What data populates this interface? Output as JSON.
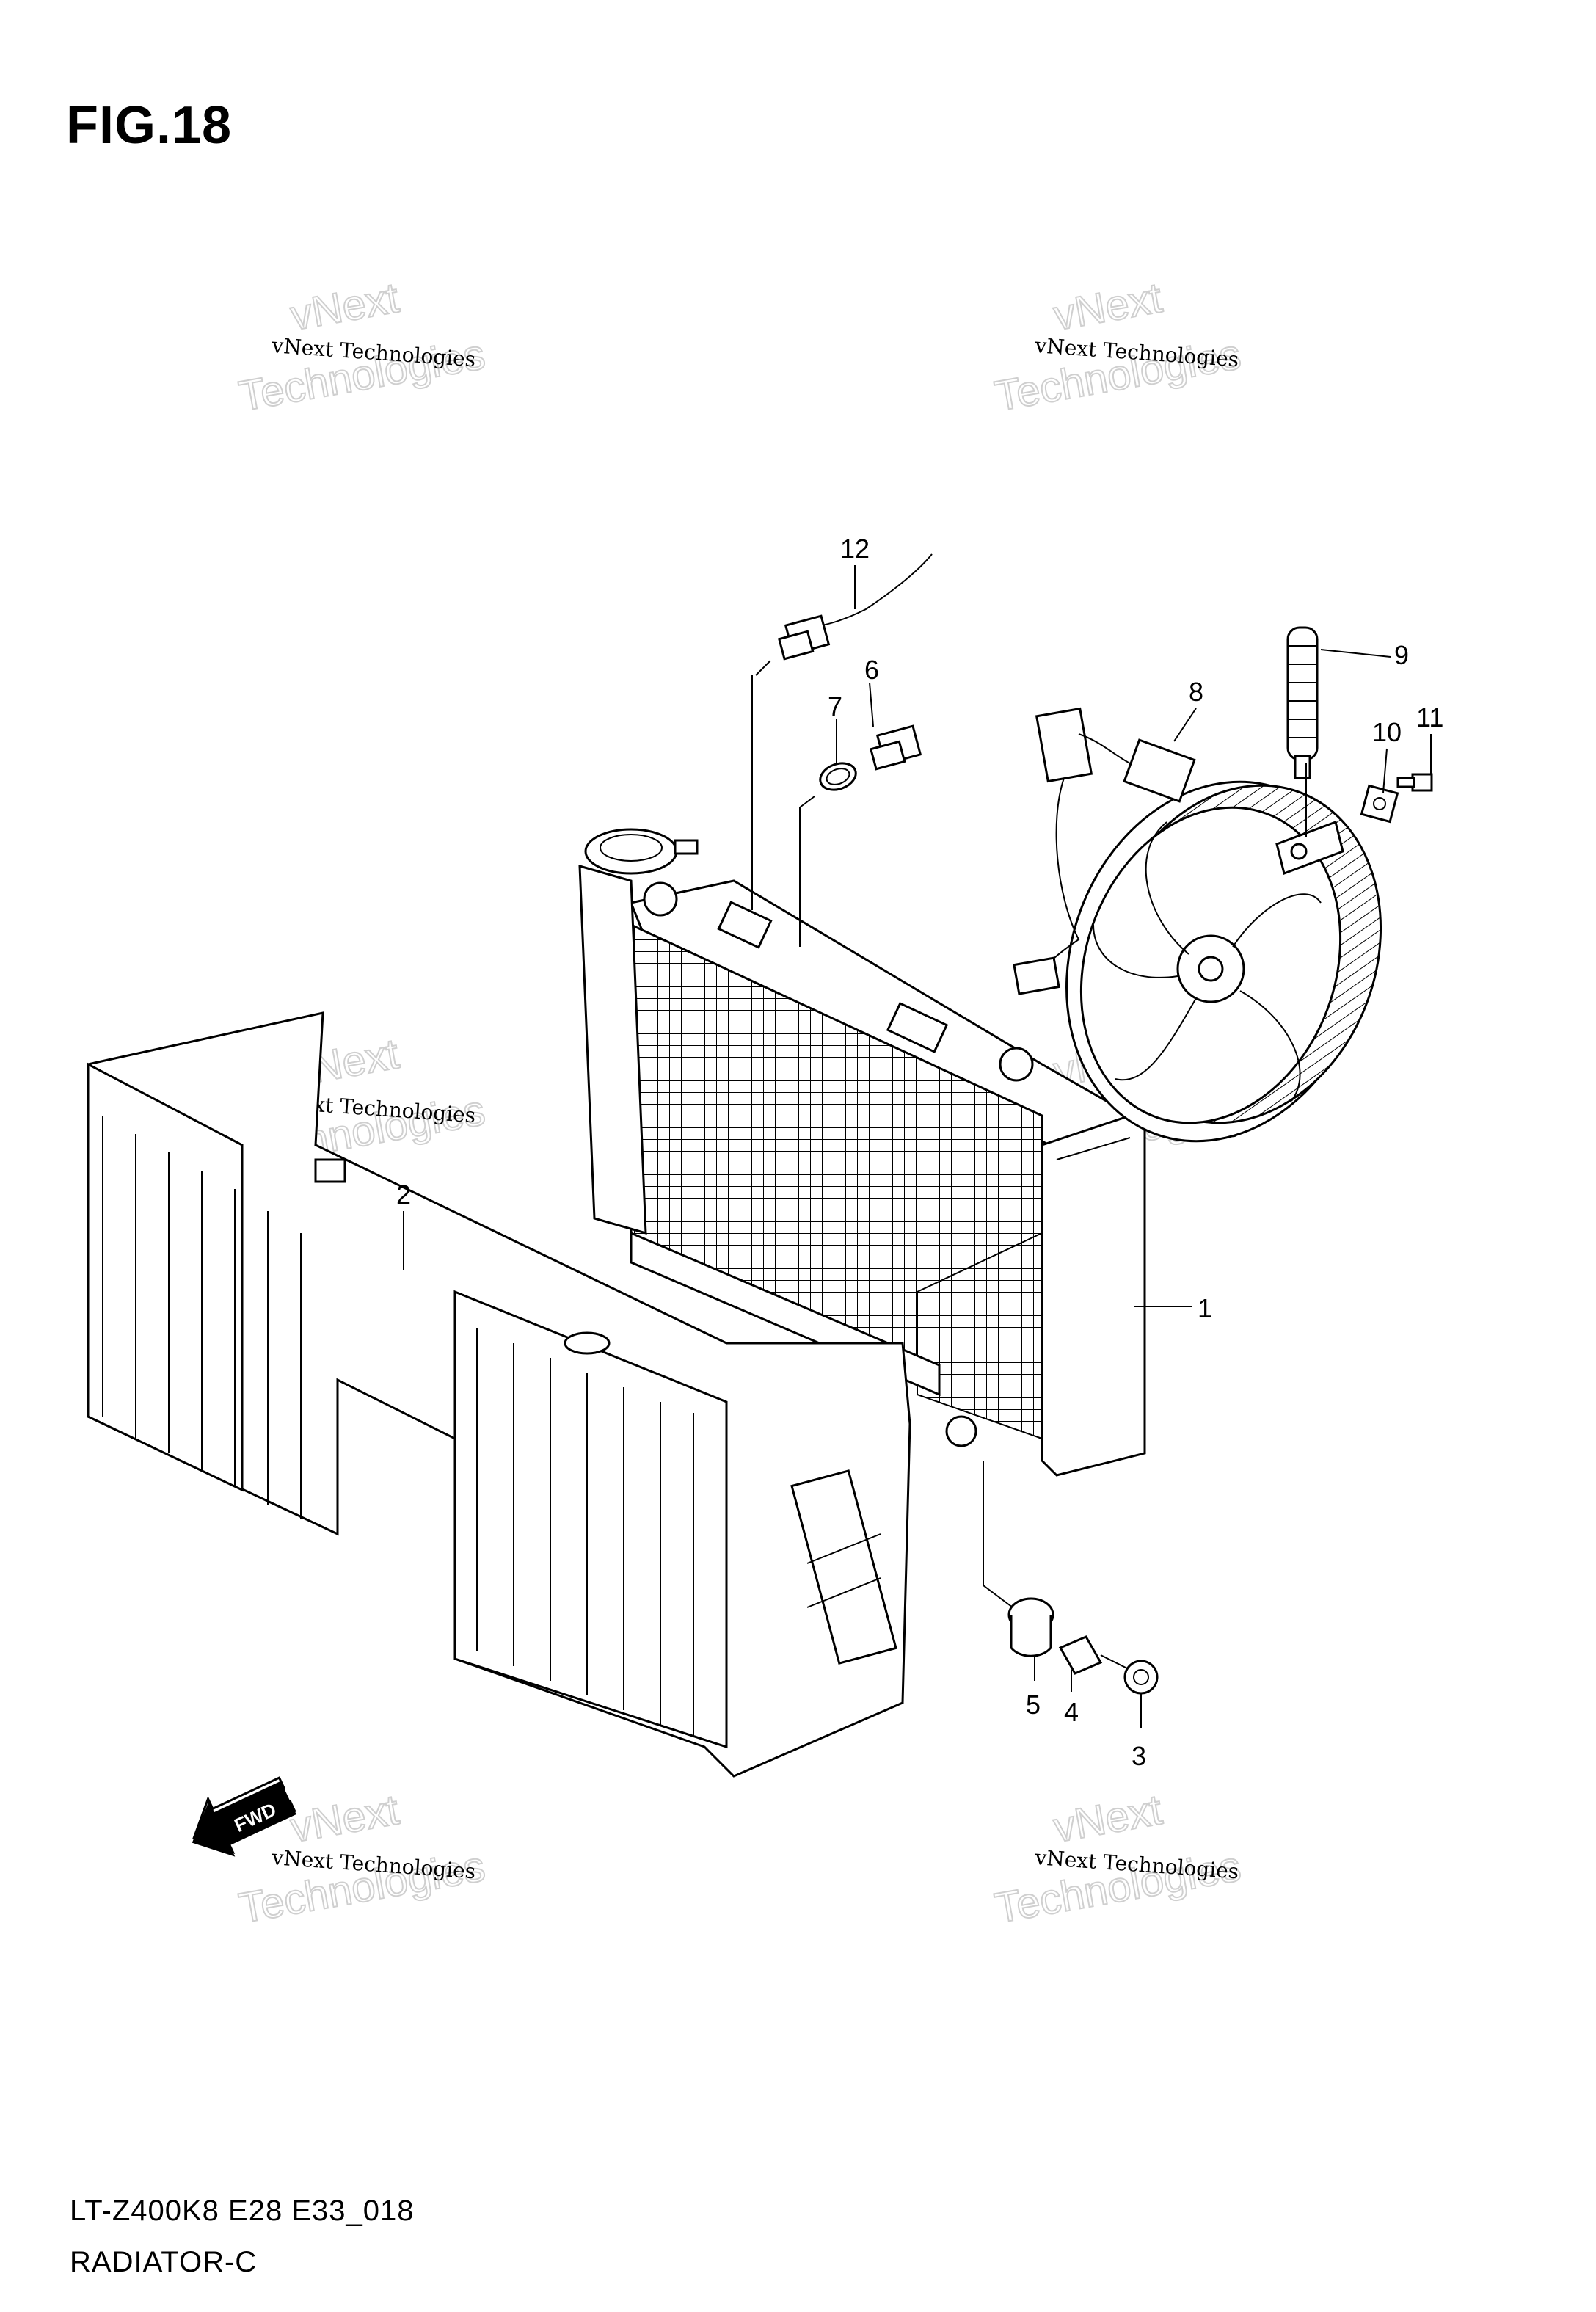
{
  "figure": {
    "title": "FIG.18"
  },
  "footer": {
    "model_code": "LT-Z400K8 E28 E33_018",
    "section_name": "RADIATOR-C"
  },
  "watermark": {
    "small_text": "vNext Technologies",
    "big_word_1": "vNext",
    "big_word_2": "Technologies"
  },
  "parts": [
    {
      "number": "1"
    },
    {
      "number": "2"
    },
    {
      "number": "3"
    },
    {
      "number": "4"
    },
    {
      "number": "5"
    },
    {
      "number": "6"
    },
    {
      "number": "7"
    },
    {
      "number": "8"
    },
    {
      "number": "9"
    },
    {
      "number": "10"
    },
    {
      "number": "11"
    },
    {
      "number": "12"
    }
  ],
  "direction_arrow": {
    "label": "FWD"
  }
}
